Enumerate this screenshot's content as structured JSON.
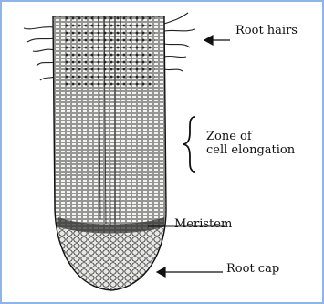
{
  "labels": {
    "root_hairs": "Root hairs",
    "zone_line1": "Zone of",
    "zone_line2": "cell elongation",
    "meristem": "Meristem",
    "root_cap": "Root cap"
  },
  "colors": {
    "frame": "#8fb4e8",
    "ink": "#111111"
  }
}
